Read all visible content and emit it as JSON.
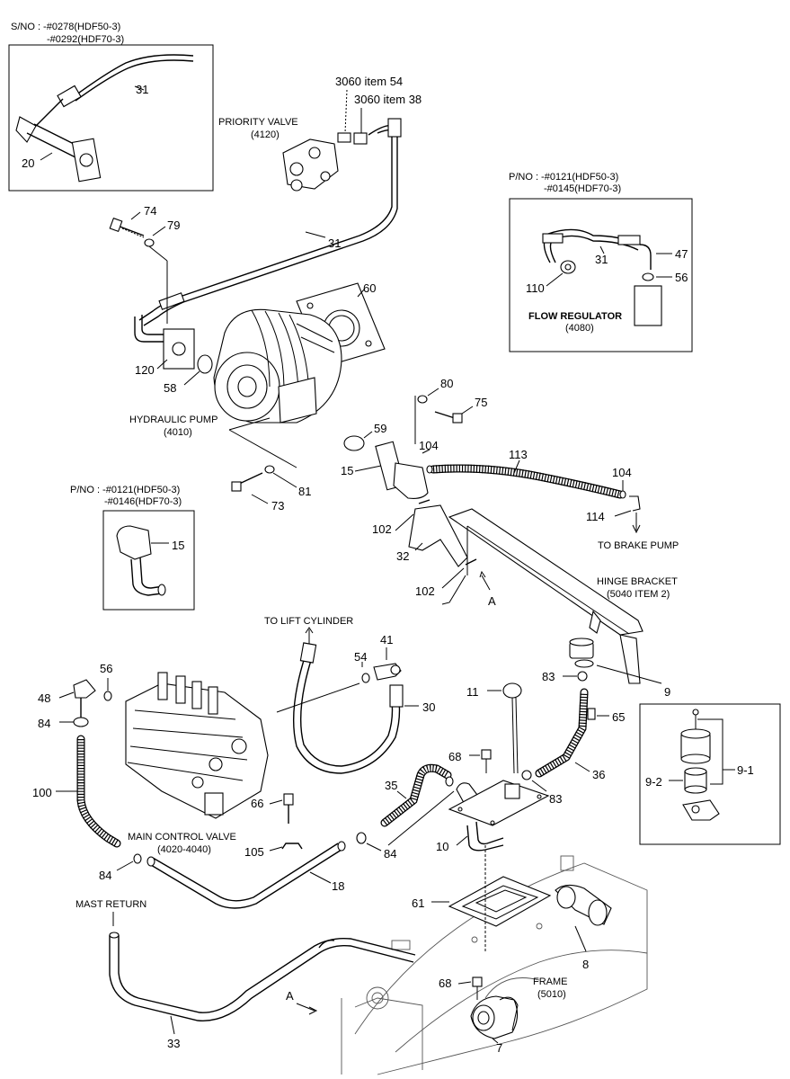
{
  "notes": {
    "sno_line1": "S/NO : -#0278(HDF50-3)",
    "sno_line2": "-#0292(HDF70-3)",
    "pno_a_line1": "P/NO : -#0121(HDF50-3)",
    "pno_a_line2": "-#0145(HDF70-3)",
    "pno_b_line1": "P/NO : -#0121(HDF50-3)",
    "pno_b_line2": "-#0146(HDF70-3)"
  },
  "captions": {
    "priority_valve": "PRIORITY VALVE",
    "priority_valve_ref": "(4120)",
    "flow_regulator": "FLOW REGULATOR",
    "flow_regulator_ref": "(4080)",
    "hydraulic_pump": "HYDRAULIC PUMP",
    "hydraulic_pump_ref": "(4010)",
    "to_brake_pump": "TO BRAKE PUMP",
    "hinge_bracket": "HINGE BRACKET",
    "hinge_bracket_ref": "(5040 ITEM 2)",
    "to_lift_cylinder": "TO LIFT CYLINDER",
    "main_control_valve": "MAIN CONTROL VALVE",
    "main_control_valve_ref": "(4020-4040)",
    "mast_return": "MAST RETURN",
    "frame": "FRAME",
    "frame_ref": "(5010)",
    "ref_3060_54": "3060 item 54",
    "ref_3060_38": "3060 item 38"
  },
  "callouts": {
    "c31a": "31",
    "c20": "20",
    "c31b": "31",
    "c74": "74",
    "c79": "79",
    "c47": "47",
    "c31c": "31",
    "c110": "110",
    "c56a": "56",
    "c60": "60",
    "c120": "120",
    "c58": "58",
    "c80": "80",
    "c75": "75",
    "c59": "59",
    "c104a": "104",
    "c113": "113",
    "c15a": "15",
    "c73": "73",
    "c81": "81",
    "c104b": "104",
    "c114": "114",
    "c15b": "15",
    "c102a": "102",
    "c32": "32",
    "c102b": "102",
    "cA1": "A",
    "c41": "41",
    "c54": "54",
    "c56b": "56",
    "c48": "48",
    "c30": "30",
    "c84a": "84",
    "c11": "11",
    "c83a": "83",
    "c9": "9",
    "c65": "65",
    "c100": "100",
    "c68a": "68",
    "c36": "36",
    "c91": "9-1",
    "c92": "9-2",
    "c66": "66",
    "c35": "35",
    "c83b": "83",
    "c10": "10",
    "c105": "105",
    "c84b": "84",
    "c84c": "84",
    "c18": "18",
    "c61": "61",
    "c8": "8",
    "c68b": "68",
    "cA2": "A",
    "c33": "33",
    "c7": "7"
  }
}
